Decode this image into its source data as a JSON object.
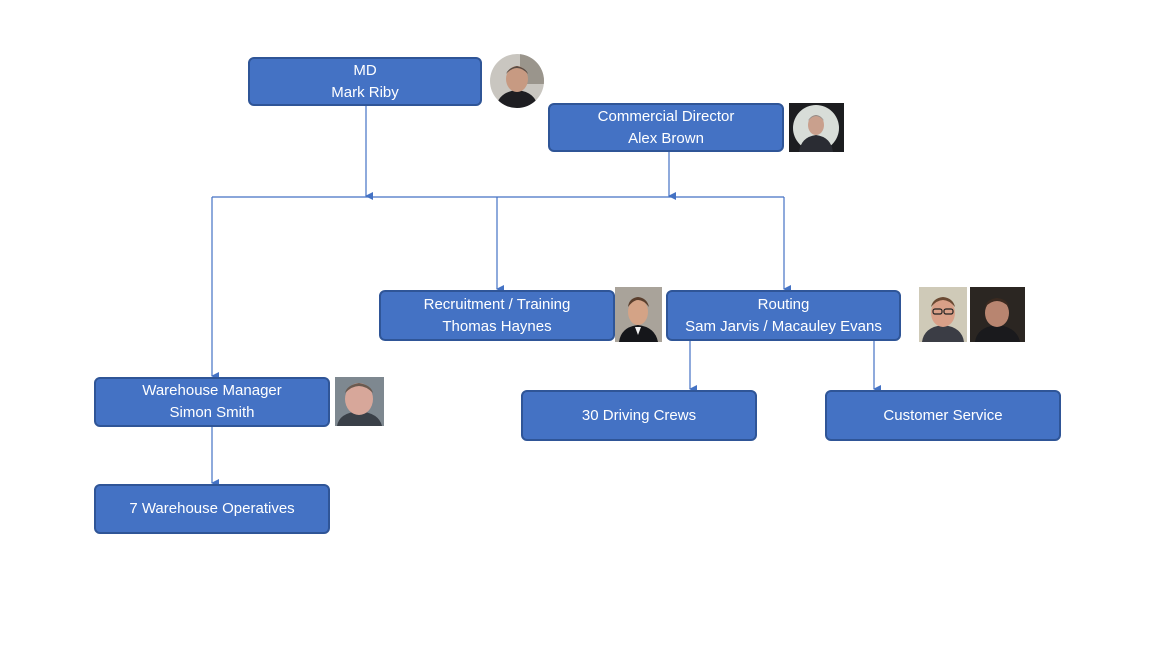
{
  "nodes": {
    "md": {
      "role": "MD",
      "name": "Mark Riby"
    },
    "commercial": {
      "role": "Commercial Director",
      "name": "Alex Brown"
    },
    "recruitment": {
      "role": "Recruitment / Training",
      "name": "Thomas Haynes"
    },
    "routing": {
      "role": "Routing",
      "name": "Sam Jarvis / Macauley Evans"
    },
    "warehouse_manager": {
      "role": "Warehouse Manager",
      "name": "Simon Smith"
    },
    "warehouse_ops": {
      "label": "7 Warehouse Operatives"
    },
    "driving_crews": {
      "label": "30 Driving Crews"
    },
    "customer_service": {
      "label": "Customer Service"
    }
  },
  "colors": {
    "box_fill": "#4472c4",
    "box_border": "#2f5597",
    "connector": "#4472c4",
    "text": "#ffffff"
  }
}
